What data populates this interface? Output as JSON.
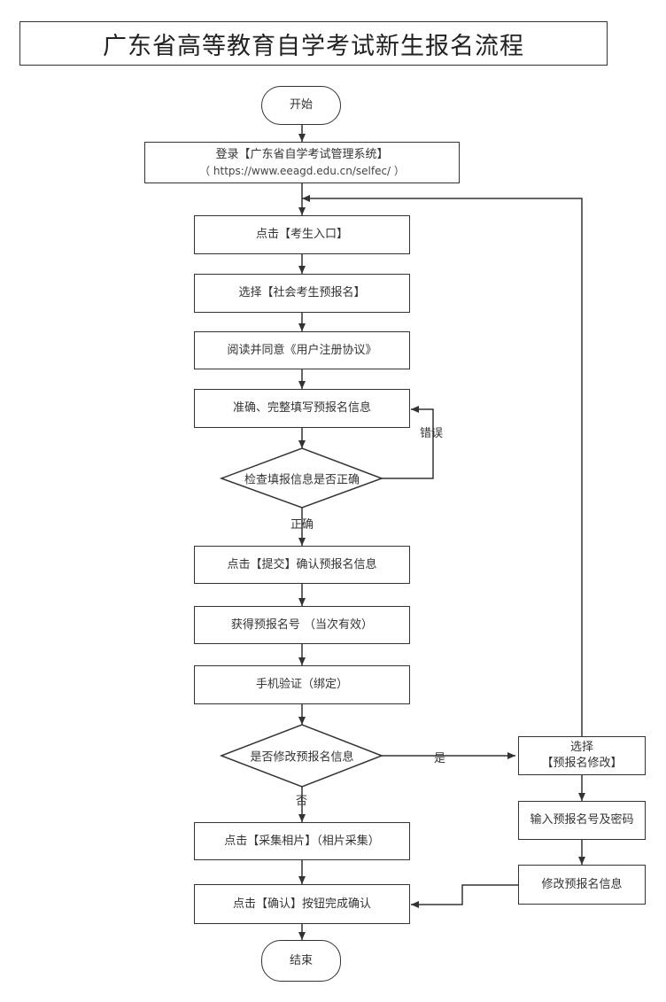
{
  "title": "广东省高等教育自学考试新生报名流程",
  "nodes": {
    "start": "开始",
    "login_line1": "登录【广东省自学考试管理系统】",
    "login_line2": "（ https://www.eeagd.edu.cn/selfec/ ）",
    "click_entry": "点击【考生入口】",
    "choose_social": "选择【社会考生预报名】",
    "read_agree": "阅读并同意《用户注册协议》",
    "fill_info": "准确、完整填写预报名信息",
    "check_info": "检查填报信息是否正确",
    "submit": "点击【提交】确认预报名信息",
    "get_number": "获得预报名号 （当次有效）",
    "phone_verify": "手机验证（绑定）",
    "modify_question": "是否修改预报名信息",
    "photo": "点击【采集相片】（相片采集）",
    "confirm": "点击【确认】按钮完成确认",
    "end": "结束",
    "choose_modify_line1": "选择",
    "choose_modify_line2": "【预报名修改】",
    "input_number": "输入预报名号及密码",
    "modify_info": "修改预报名信息"
  },
  "edge_labels": {
    "error": "错误",
    "correct": "正确",
    "yes": "是",
    "no": "否"
  },
  "colors": {
    "line": "#333333",
    "border": "#333333",
    "background": "#ffffff"
  }
}
